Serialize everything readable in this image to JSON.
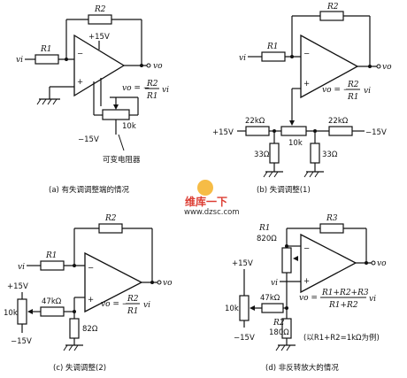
{
  "panel_a": {
    "r1": "R1",
    "r2": "R2",
    "vi": "vi",
    "vo": "vo",
    "plus15": "+15V",
    "minus15": "−15V",
    "pot": "10k",
    "eq_left": "vo = −",
    "eq_num": "R2",
    "eq_den": "R1",
    "eq_right": "vi",
    "pot_label": "可变电阻器",
    "caption": "(a) 有失调调整端的情况"
  },
  "panel_b": {
    "r1": "R1",
    "r2": "R2",
    "vi": "vi",
    "vo": "vo",
    "plus15": "+15V",
    "minus15": "−15V",
    "r22k_left": "22kΩ",
    "r22k_right": "22kΩ",
    "pot": "10k",
    "r33_left": "33Ω",
    "r33_right": "33Ω",
    "eq_left": "vo = −",
    "eq_num": "R2",
    "eq_den": "R1",
    "eq_right": "vi",
    "caption": "(b) 失调调整(1)"
  },
  "panel_c": {
    "r1": "R1",
    "r2": "R2",
    "vi": "vi",
    "vo": "vo",
    "plus15": "+15V",
    "minus15": "−15V",
    "pot": "10k",
    "r47k": "47kΩ",
    "r82": "82Ω",
    "eq_left": "vo = −",
    "eq_num": "R2",
    "eq_den": "R1",
    "eq_right": "vi",
    "caption": "(c) 失调调整(2)"
  },
  "panel_d": {
    "r1": "R1",
    "r820": "820Ω",
    "r3": "R3",
    "vi": "vi",
    "vo": "vo",
    "plus15": "+15V",
    "minus15": "−15V",
    "pot": "10k",
    "r47k": "47kΩ",
    "r2": "R2",
    "r180": "180Ω",
    "eq_left": "vo =",
    "eq_num": "R1+R2+R3",
    "eq_den": "R1+R2",
    "eq_right": "vi",
    "note": "(以R1+R2=1kΩ为例)",
    "caption": "(d) 非反转放大的情况"
  },
  "watermark": {
    "logo_text": "维库一下",
    "url": "www.dzsc.com"
  }
}
